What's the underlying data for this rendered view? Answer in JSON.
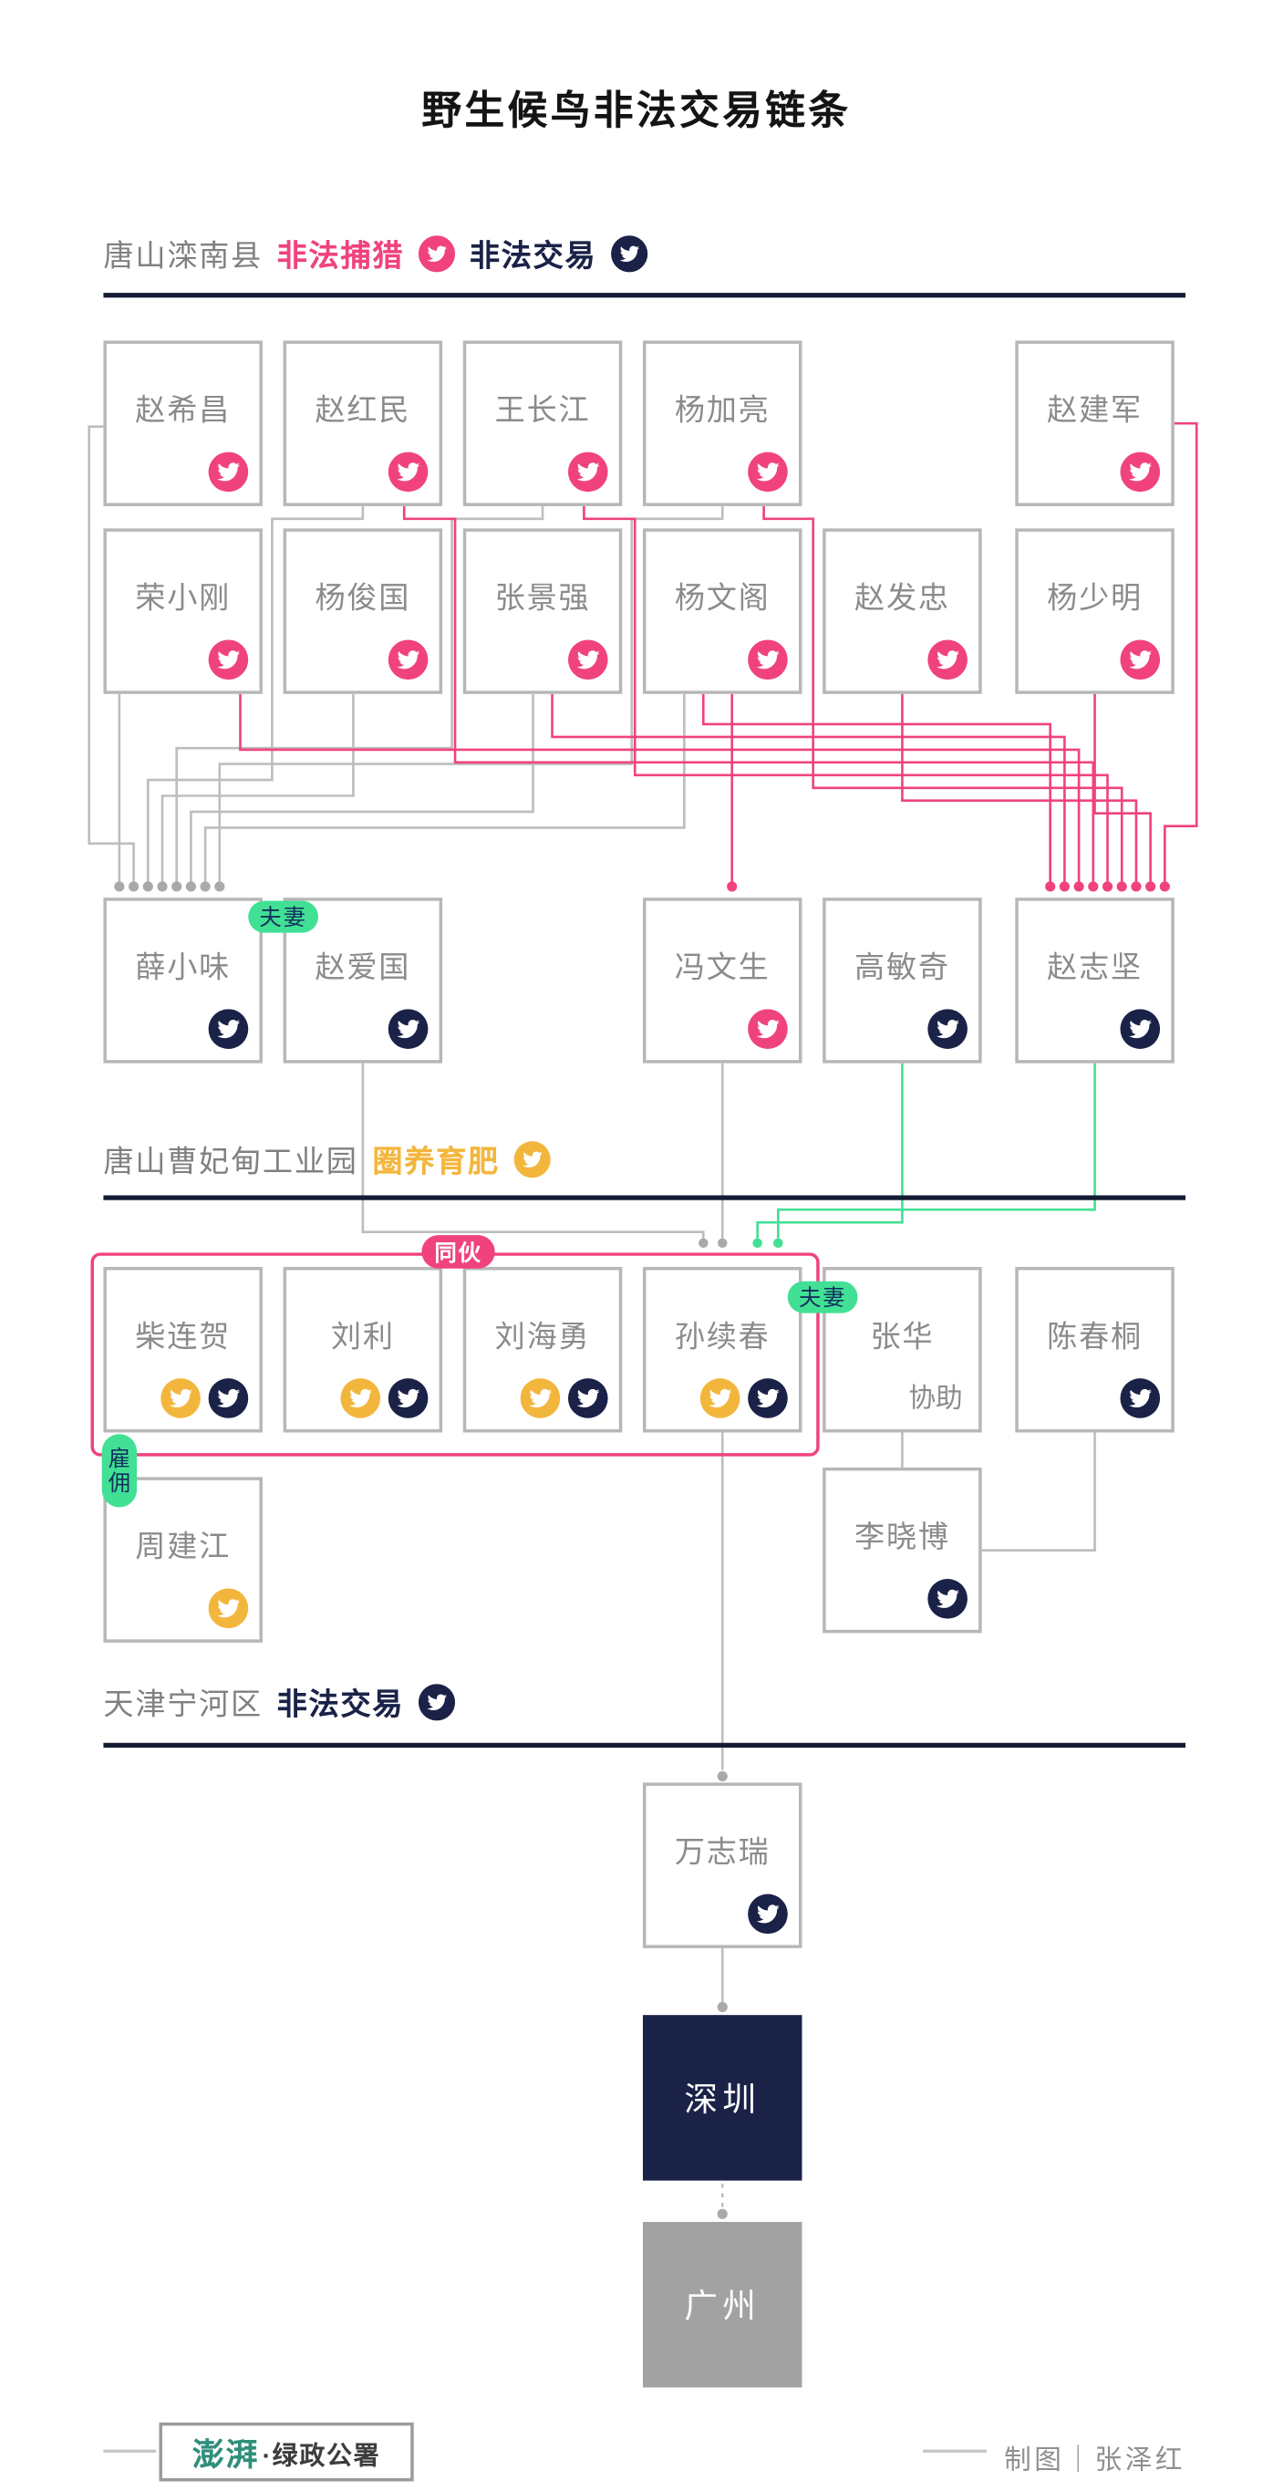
{
  "title": "野生候鸟非法交易链条",
  "sections": {
    "luannan": {
      "location": "唐山滦南县",
      "poach_tag": "非法捕猎",
      "trade_tag": "非法交易"
    },
    "caofeidian": {
      "location": "唐山曹妃甸工业园",
      "feed_tag": "圈养育肥"
    },
    "ninghe": {
      "location": "天津宁河区",
      "trade_tag": "非法交易"
    }
  },
  "hunters_row1": [
    "赵希昌",
    "赵红民",
    "王长江",
    "杨加亮",
    "赵建军"
  ],
  "hunters_row2": [
    "荣小刚",
    "杨俊国",
    "张景强",
    "杨文阁",
    "赵发忠",
    "杨少明"
  ],
  "middlemen": [
    "薛小味",
    "赵爱国",
    "冯文生",
    "高敏奇",
    "赵志坚"
  ],
  "feeders": [
    "柴连贺",
    "刘利",
    "刘海勇",
    "孙续春",
    "张华",
    "陈春桐"
  ],
  "assist_label": "协助",
  "hired_worker": "周建江",
  "helper": "李晓博",
  "tianjin_trader": "万志瑞",
  "cities": {
    "shenzhen": "深圳",
    "guangzhou": "广州"
  },
  "badges": {
    "couple": "夫妻",
    "gang": "同伙",
    "hire": "雇佣"
  },
  "footer": {
    "brand": "澎湃",
    "brand_suffix": "·绿政公署",
    "credit": "制图｜张泽红"
  },
  "colors": {
    "poach_pink": "#f0437c",
    "trade_navy": "#1a2248",
    "feed_yellow": "#f3b63d",
    "relation_green": "#41e095",
    "line_gray": "#bdbdbd",
    "box_border": "#b7b7b7",
    "divider_dark": "#141b33",
    "city_gray": "#a2a2a2"
  }
}
